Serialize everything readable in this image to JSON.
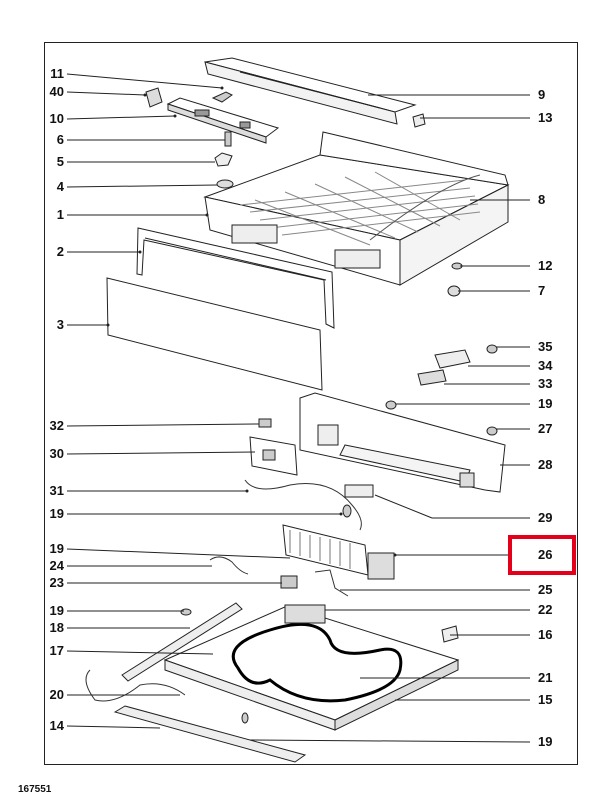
{
  "doc_number": "167551",
  "highlight_color": "#e4001b",
  "highlighted_part": "26",
  "labels_left": [
    "11",
    "40",
    "10",
    "6",
    "5",
    "4",
    "1",
    "2",
    "3",
    "32",
    "30",
    "31",
    "19",
    "19",
    "24",
    "23",
    "19",
    "18",
    "17",
    "20",
    "14"
  ],
  "labels_right": [
    "9",
    "13",
    "8",
    "12",
    "7",
    "35",
    "34",
    "33",
    "19",
    "27",
    "28",
    "29",
    "26",
    "25",
    "22",
    "16",
    "21",
    "15",
    "19"
  ]
}
